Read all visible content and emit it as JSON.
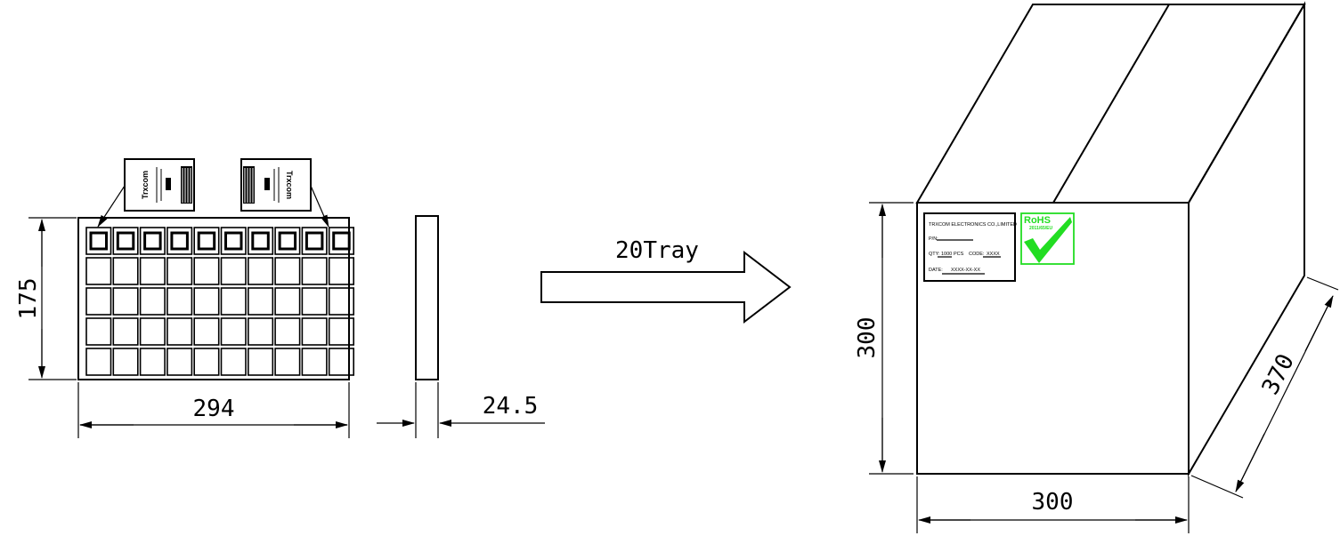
{
  "dimensions": {
    "tray_height": "175",
    "tray_width": "294",
    "tray_thickness": "24.5",
    "box_height": "300",
    "box_width": "300",
    "box_depth": "370"
  },
  "arrow_label": "20Tray",
  "component": {
    "brand": "Trxcom"
  },
  "label_card": {
    "company": "TRXCOM ELECTRONICS CO.,LIMITED",
    "pn": "P/N:",
    "qty": "QTY:",
    "qty_value": "1000",
    "pcs": "PCS",
    "code": "CODE:",
    "code_value": "XXXX",
    "date": "DATE:",
    "date_value": "XXXX-XX-XX"
  },
  "rohs": {
    "title": "RoHS",
    "subtitle": "2011/65/EU"
  },
  "colors": {
    "line": "#000000",
    "rohs": "#22dd22"
  }
}
